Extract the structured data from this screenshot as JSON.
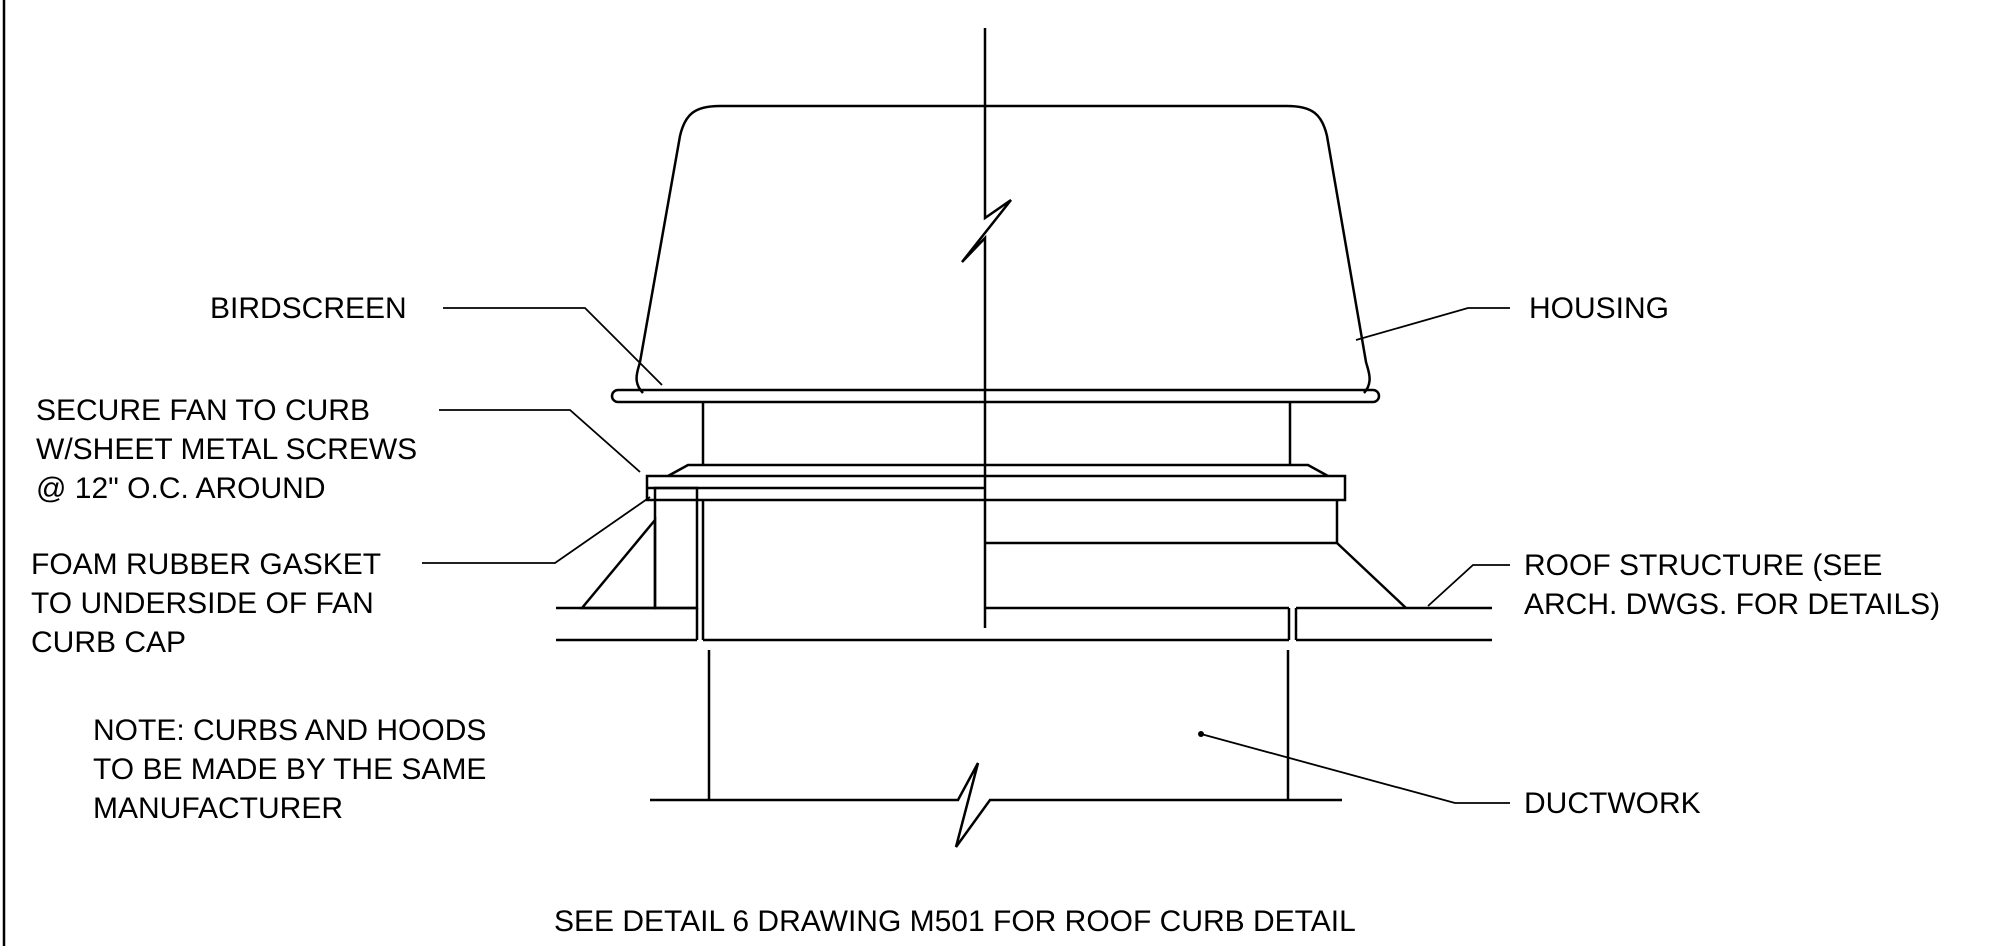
{
  "labels": {
    "birdscreen": "BIRDSCREEN",
    "housing": "HOUSING",
    "secure_fan": [
      "SECURE FAN TO CURB",
      "W/SHEET METAL SCREWS",
      "@ 12\" O.C. AROUND"
    ],
    "foam_gasket": [
      "FOAM RUBBER GASKET",
      "TO UNDERSIDE OF FAN",
      "CURB CAP"
    ],
    "roof_structure": [
      "ROOF STRUCTURE (SEE",
      "ARCH. DWGS. FOR DETAILS)"
    ],
    "note": [
      "NOTE: CURBS AND HOODS",
      "TO BE MADE BY THE SAME",
      "MANUFACTURER"
    ],
    "ductwork": "DUCTWORK",
    "footer": "SEE DETAIL 6 DRAWING M501 FOR ROOF CURB DETAIL"
  },
  "colors": {
    "line": "#000000",
    "background": "#ffffff"
  }
}
